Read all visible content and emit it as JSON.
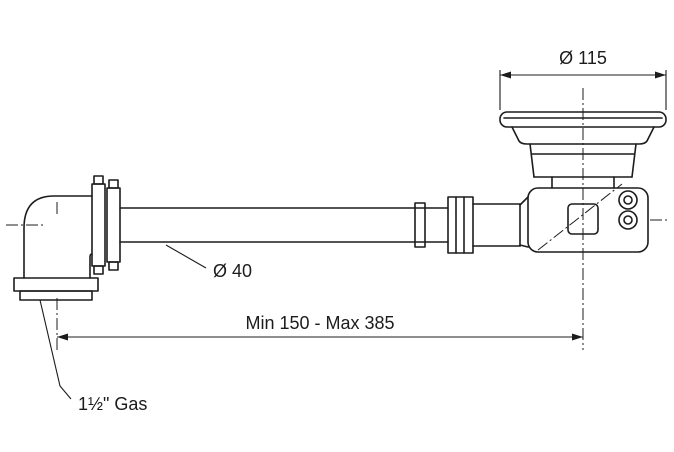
{
  "labels": {
    "strainer_diameter": "Ø 115",
    "pipe_diameter": "Ø 40",
    "length_range": "Min 150 - Max 385",
    "thread_size": "1½\" Gas"
  },
  "colors": {
    "line": "#1c1c1c",
    "background": "#ffffff"
  }
}
